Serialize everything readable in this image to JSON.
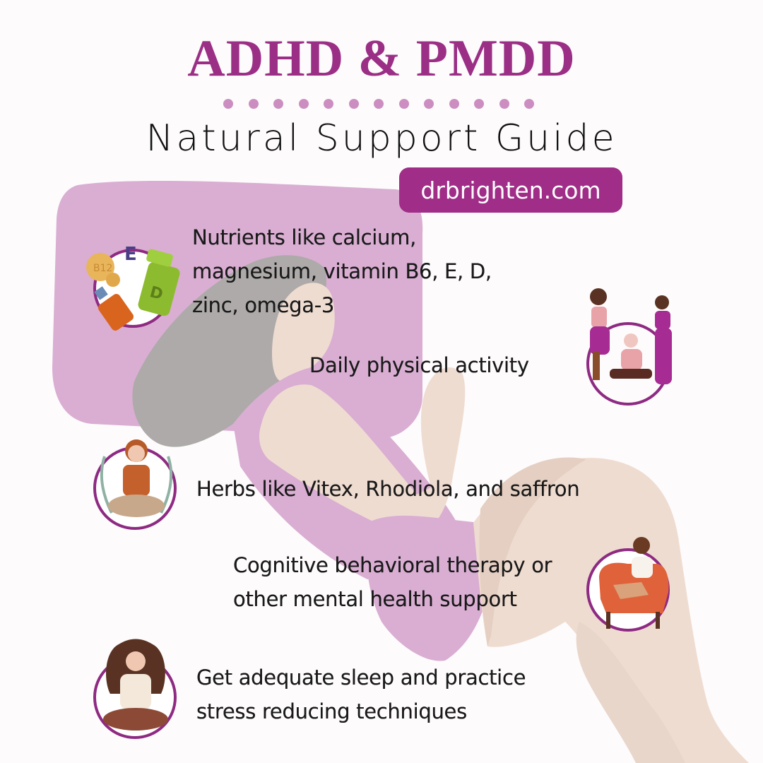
{
  "header": {
    "title": "ADHD & PMDD",
    "subtitle": "Natural Support Guide",
    "website": "drbrighten.com",
    "dot_count": 13
  },
  "items": [
    {
      "icon": "vitamins-icon",
      "lines": [
        "Nutrients like calcium,",
        "magnesium, vitamin B6, E, D,",
        "zinc, omega-3"
      ]
    },
    {
      "icon": "exercise-women-icon",
      "lines": [
        "Daily physical activity"
      ]
    },
    {
      "icon": "herbs-meditation-icon",
      "lines": [
        "Herbs like Vitex, Rhodiola, and saffron"
      ]
    },
    {
      "icon": "therapy-chair-icon",
      "lines": [
        "Cognitive behavioral therapy or",
        "other mental health support"
      ]
    },
    {
      "icon": "breathing-meditation-icon",
      "lines": [
        "Get adequate sleep and practice",
        "stress reducing techniques"
      ]
    }
  ],
  "vitamin_labels": {
    "b12": "B12",
    "e": "E",
    "d": "D"
  },
  "colors": {
    "brand_purple": "#9b2f86",
    "pill_purple": "#a02d87",
    "dot_pink": "#cc8ec1",
    "lavender": "#d9aed2",
    "skin": "#efdcd1",
    "skin_shadow": "#e5cfc2",
    "hair_gray": "#adaaa9",
    "circle_border": "#8e2a82",
    "background": "#fdfbfc"
  }
}
